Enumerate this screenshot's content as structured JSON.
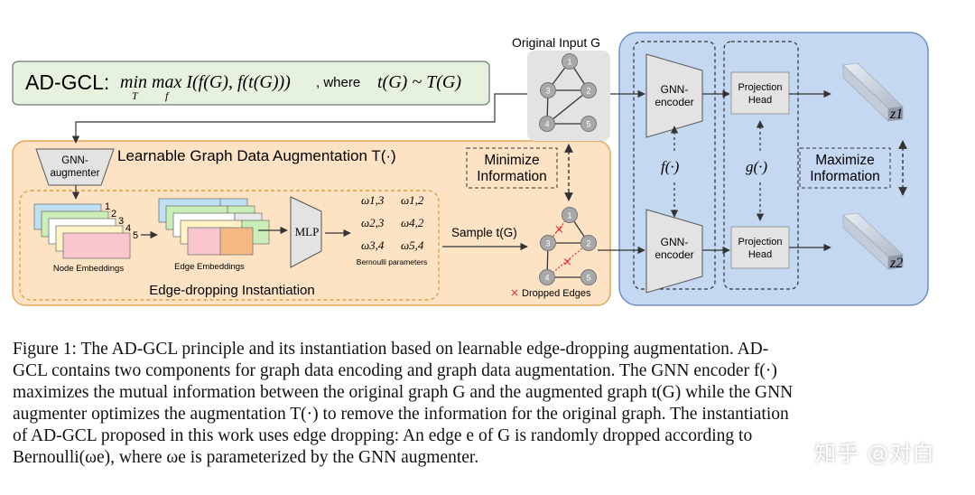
{
  "figure": {
    "objective": {
      "name": "AD-GCL:",
      "formula": "min max I(f(G), f(t(G)))",
      "min_sub": "T",
      "max_sub": "f",
      "where": ", where",
      "condition": "t(G) ~ T(G)"
    },
    "original_input_label": "Original Input G",
    "augmentation_title": "Learnable Graph Data Augmentation T(·)",
    "gnn_augmenter_label": "GNN-\naugmenter",
    "node_embeddings_label": "Node Embeddings",
    "edge_embeddings_label": "Edge Embeddings",
    "node_indices": [
      "1",
      "2",
      "3",
      "4",
      "5"
    ],
    "mlp_label": "MLP",
    "bernoulli_params": [
      "ω1,3",
      "ω1,2",
      "ω2,3",
      "ω4,2",
      "ω3,4",
      "ω5,4"
    ],
    "bernoulli_label": "Bernoulli parameters",
    "edge_dropping_label": "Edge-dropping Instantiation",
    "minimize_label": "Minimize\nInformation",
    "sample_label": "Sample t(G)",
    "dropped_edges_label": "Dropped Edges",
    "dropped_marker": "×",
    "graph_nodes": [
      "1",
      "2",
      "3",
      "4",
      "5"
    ],
    "encoder_label": "GNN-\nencoder",
    "f_label": "f(·)",
    "projection_label": "Projection\nHead",
    "g_label": "g(·)",
    "maximize_label": "Maximize\nInformation",
    "z1_label": "z1",
    "z2_label": "z2",
    "colors": {
      "orange_panel": "#fde3c4",
      "orange_border": "#e8a65a",
      "blue_panel": "#c5d8f2",
      "blue_border": "#6f8fc4",
      "green_box": "#e6f2de",
      "gray_box": "#e3e3e3",
      "node_gray": "#a8a8a8"
    }
  },
  "caption": {
    "lines": [
      "Figure 1: The AD-GCL principle and its instantiation based on learnable edge-dropping augmentation. AD-",
      "GCL contains two components for graph data encoding and graph data augmentation. The GNN encoder f(·)",
      "maximizes the mutual information between the original graph G and the augmented graph t(G) while the GNN",
      "augmenter optimizes the augmentation T(·) to remove the information for the original graph. The instantiation",
      "of AD-GCL proposed in this work uses edge dropping: An edge e of G is randomly dropped according to",
      "Bernoulli(ωe), where ωe is parameterized by the GNN augmenter."
    ]
  },
  "watermark": "知乎 @对白"
}
